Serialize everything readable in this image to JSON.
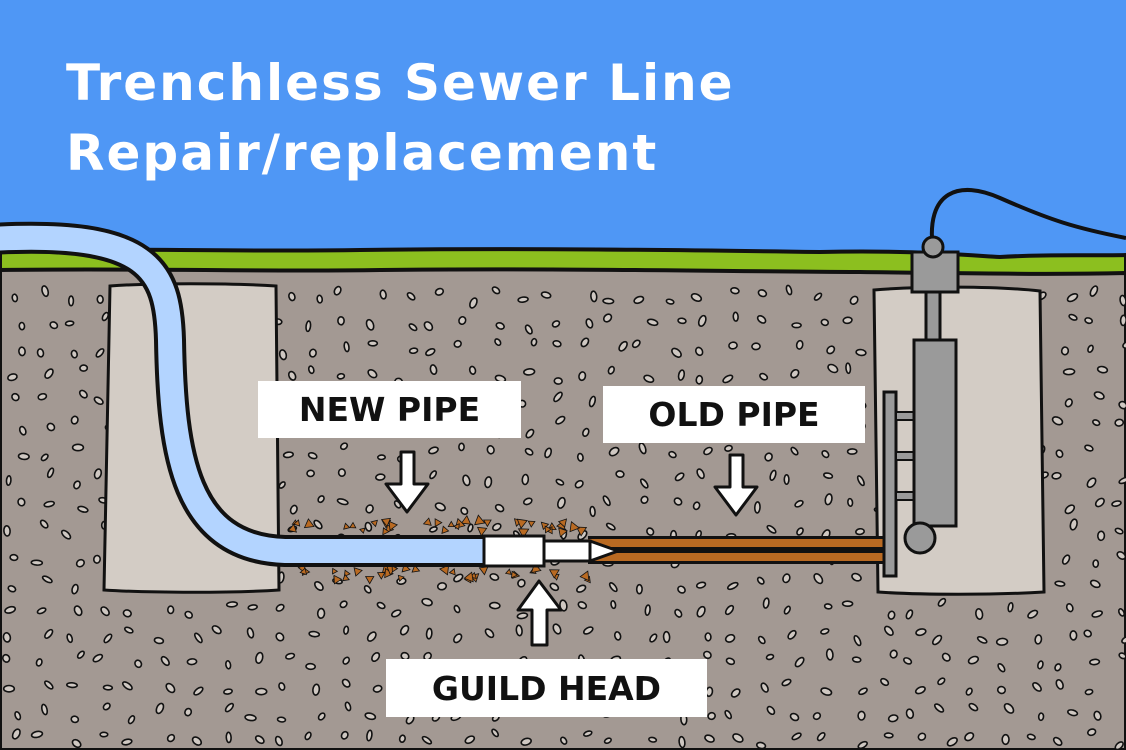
{
  "title": {
    "line1": "Trenchless Sewer Line",
    "line2": "Repair/replacement"
  },
  "labels": {
    "new_pipe": "NEW PIPE",
    "old_pipe": "OLD PIPE",
    "guild_head": "GUILD HEAD"
  },
  "colors": {
    "sky": "#4f97f5",
    "grass": "#8cbf1f",
    "soil": "#a39993",
    "pit": "#d3ccc5",
    "new_pipe": "#b3d4ff",
    "old_pipe": "#b96a22",
    "machine": "#9a9a9a"
  }
}
